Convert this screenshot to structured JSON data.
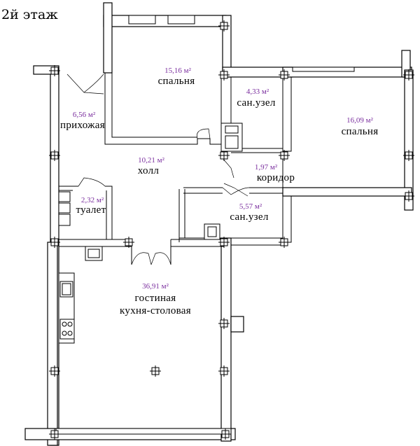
{
  "floor_title": "2й этаж",
  "rooms": [
    {
      "area": "15,16 м²",
      "name": "спальня"
    },
    {
      "area": "4,33 м²",
      "name": "сан.узел"
    },
    {
      "area": "16,09 м²",
      "name": "спальня"
    },
    {
      "area": "6,56 м²",
      "name": "прихожая"
    },
    {
      "area": "10,21 м²",
      "name": "холл"
    },
    {
      "area": "1,97 м²",
      "name": "коридор"
    },
    {
      "area": "2,32 м²",
      "name": "туалет"
    },
    {
      "area": "5,57 м²",
      "name": "сан.узел"
    },
    {
      "area": "36,91 м²",
      "name": "гостиная",
      "name2": "кухня-столовая"
    }
  ]
}
